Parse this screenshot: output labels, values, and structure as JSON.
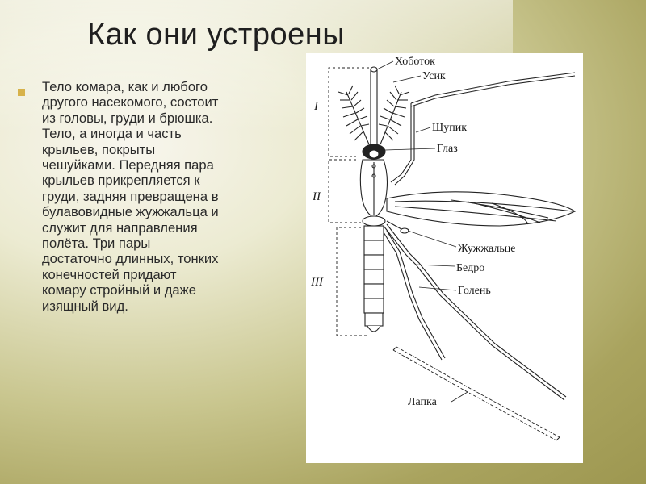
{
  "slide": {
    "title": "Как они устроены",
    "body": "Тело комара, как и любого\nдругого насекомого, состоит\nиз головы, груди и брюшка.\nТело, а иногда и часть\nкрыльев, покрыты\nчешуйками. Передняя пара\nкрыльев прикрепляется к\nгруди, задняя превращена в\nбулавовидные жужжальца и\nслужит для направления\nполёта. Три пары\nдостаточно длинных, тонких\nконечностей придают\nкомару стройный и даже\nизящный вид."
  },
  "diagram": {
    "labels": {
      "proboscis": "Хоботок",
      "antenna": "Усик",
      "palp": "Щупик",
      "eye": "Глаз",
      "haltere": "Жужжальце",
      "femur": "Бедро",
      "tibia": "Голень",
      "tarsus": "Лапка"
    },
    "sections": {
      "head": "I",
      "thorax": "II",
      "abdomen": "III"
    }
  }
}
